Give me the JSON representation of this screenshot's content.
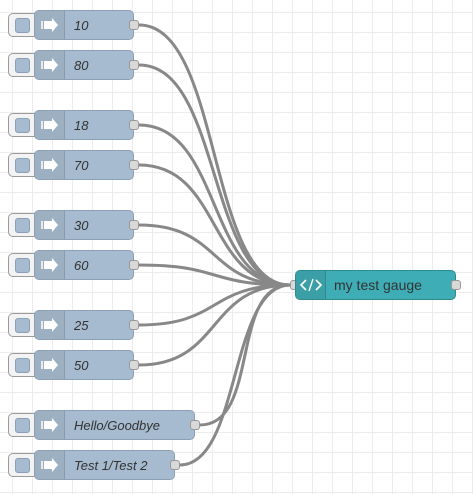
{
  "workspace": {
    "inject_nodes": [
      {
        "label": "10",
        "icon": "arrow-right-icon"
      },
      {
        "label": "80",
        "icon": "arrow-right-icon"
      },
      {
        "label": "18",
        "icon": "arrow-right-icon"
      },
      {
        "label": "70",
        "icon": "arrow-right-icon"
      },
      {
        "label": "30",
        "icon": "arrow-right-icon"
      },
      {
        "label": "60",
        "icon": "arrow-right-icon"
      },
      {
        "label": "25",
        "icon": "arrow-right-icon"
      },
      {
        "label": "50",
        "icon": "arrow-right-icon"
      },
      {
        "label": "Hello/Goodbye",
        "icon": "arrow-right-icon"
      },
      {
        "label": "Test 1/Test 2",
        "icon": "arrow-right-icon"
      }
    ],
    "template_node": {
      "label": "my test gauge",
      "icon": "code-icon"
    },
    "colors": {
      "inject_node": "#a6bbcf",
      "template_node": "#3fadb5",
      "wire": "#888888"
    }
  }
}
